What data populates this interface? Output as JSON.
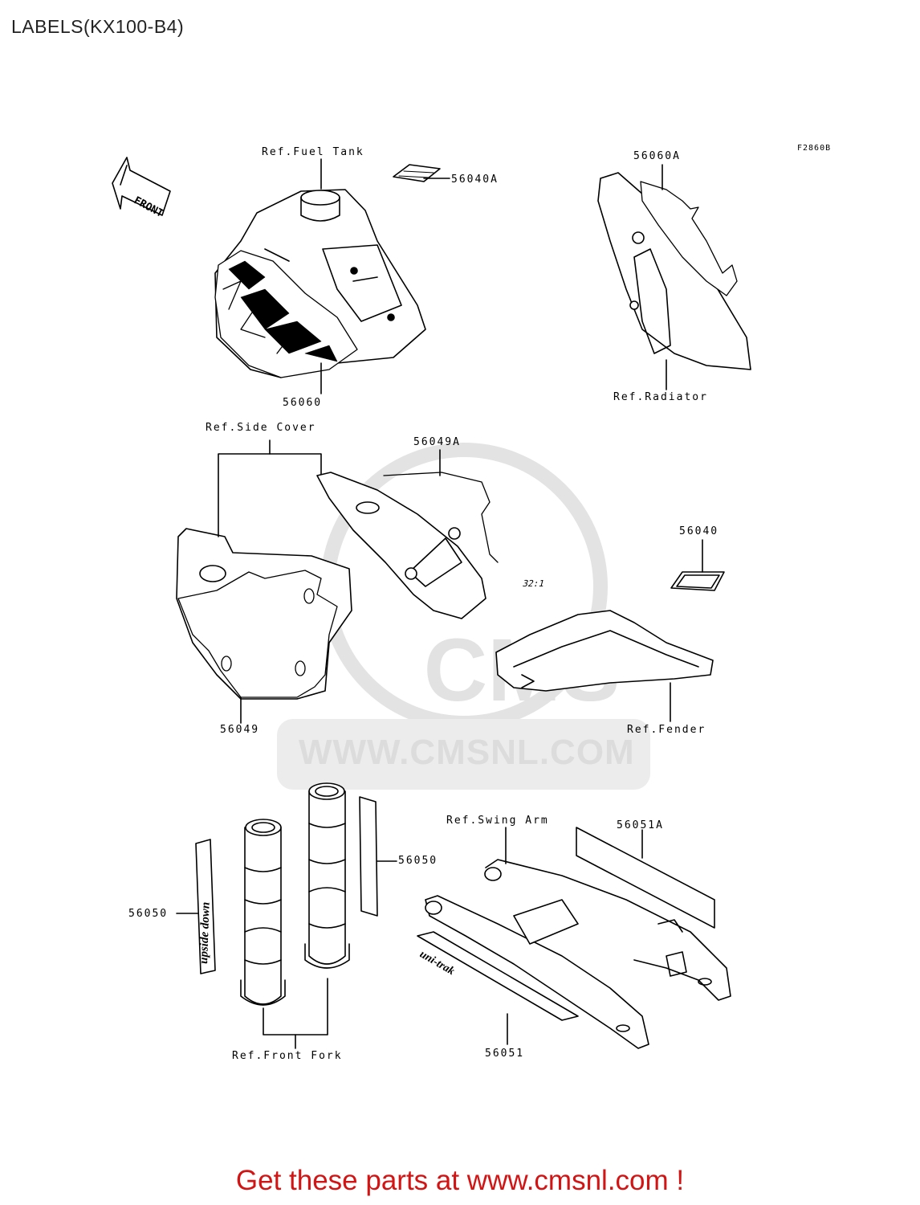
{
  "title": "LABELS(KX100-B4)",
  "figure_code": "F2860B",
  "front_arrow_text": "FRONT",
  "callouts": {
    "ref_fuel_tank": "Ref.Fuel Tank",
    "p56040A": "56040A",
    "p56060A": "56060A",
    "p56060": "56060",
    "ref_radiator": "Ref.Radiator",
    "ref_side_cover": "Ref.Side Cover",
    "p56049A": "56049A",
    "p56040": "56040",
    "p56049": "56049",
    "ref_fender": "Ref.Fender",
    "ref_swing_arm": "Ref.Swing Arm",
    "p56051A": "56051A",
    "p56050_right": "56050",
    "p56050_left": "56050",
    "ref_front_fork": "Ref.Front Fork",
    "p56051": "56051"
  },
  "decal_text": {
    "ratio_label": "32:1",
    "upside_down": "upside down",
    "uni_trak": "uni-trak"
  },
  "watermark": {
    "brand": "CMS",
    "url": "WWW.CMSNL.COM"
  },
  "footer": {
    "text": "Get these parts at www.cmsnl.com !",
    "color": "#d21414"
  }
}
